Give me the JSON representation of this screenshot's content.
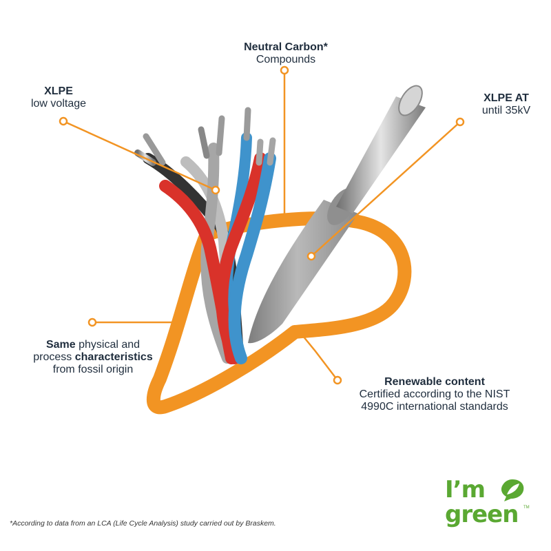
{
  "labels": {
    "neutral_carbon": {
      "title": "Neutral Carbon*",
      "subtitle": "Compounds"
    },
    "xlpe": {
      "title": "XLPE",
      "subtitle": "low voltage"
    },
    "xlpe_at": {
      "title": "XLPE AT",
      "subtitle": "until 35kV"
    },
    "same": {
      "bold1": "Same",
      "text1": " physical and",
      "text2": "process ",
      "bold2": "characteristics",
      "text3": "from fossil origin"
    },
    "renewable": {
      "title": "Renewable content",
      "line1": "Certified according to the NIST",
      "line2": "4990C international standards"
    }
  },
  "footnote": "*According to data from an LCA (Life Cycle Analysis) study carried out by Braskem.",
  "logo": {
    "line1": "I’m",
    "line2": "green",
    "tm": "TM",
    "icon": "leaf-icon"
  },
  "colors": {
    "accent": "#f29423",
    "text": "#1f2d3d",
    "brand_green": "#5aa832",
    "wire_red": "#d9322a",
    "wire_blue": "#3f93cc",
    "wire_gray": "#a8a8a8",
    "cable_gray": "#9c9c9c"
  }
}
